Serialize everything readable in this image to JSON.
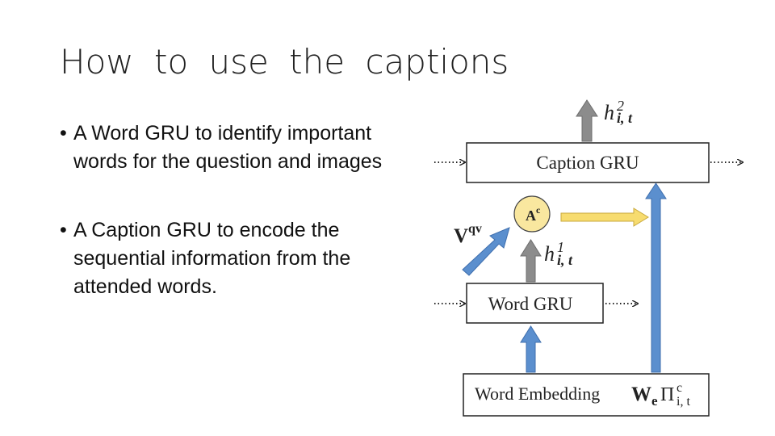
{
  "title": "How to use the captions",
  "bullets": [
    {
      "text": "A Word GRU to identify important words for the question and images"
    },
    {
      "text": "A Caption GRU to encode the sequential information from the attended words."
    }
  ],
  "diagram": {
    "caption_gru_label": "Caption GRU",
    "word_gru_label": "Word GRU",
    "word_embedding_label": "Word Embedding",
    "attention_node": {
      "base": "A",
      "sup": "c"
    },
    "h2": {
      "base": "h",
      "sup": "2",
      "sub": "i, t"
    },
    "h1": {
      "base": "h",
      "sup": "1",
      "sub": "i, t"
    },
    "vqv": {
      "base": "V",
      "sup": "qv"
    },
    "embed_formula": {
      "w": "W",
      "w_sub": "e",
      "pi": "Π",
      "pi_sup": "c",
      "pi_sub": "i, t"
    },
    "colors": {
      "blue_arrow": "#5b8fce",
      "gray_arrow": "#8c8c8c",
      "yellow_arrow": "#f7dc6f",
      "node_fill": "#f9e79f"
    }
  }
}
